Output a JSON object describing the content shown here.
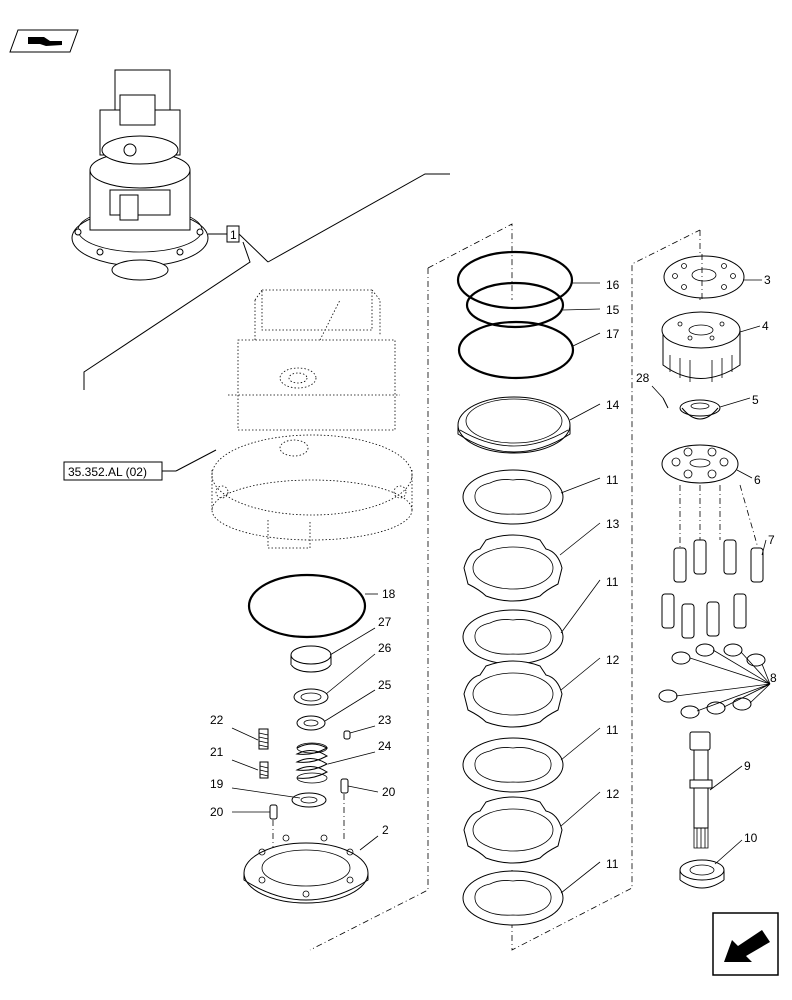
{
  "reference_label": "35.352.AL (02)",
  "assembly_callout": "1",
  "callouts": {
    "c2": "2",
    "c3": "3",
    "c4": "4",
    "c5": "5",
    "c6": "6",
    "c7": "7",
    "c8": "8",
    "c9": "9",
    "c10": "10",
    "c11a": "11",
    "c11b": "11",
    "c11c": "11",
    "c11d": "11",
    "c12a": "12",
    "c12b": "12",
    "c13": "13",
    "c14": "14",
    "c15": "15",
    "c16": "16",
    "c17": "17",
    "c18": "18",
    "c19": "19",
    "c20a": "20",
    "c20b": "20",
    "c21": "21",
    "c22": "22",
    "c23": "23",
    "c24": "24",
    "c25": "25",
    "c26": "26",
    "c27": "27",
    "c28": "28"
  },
  "icons": {
    "top_left": "book-hand-icon",
    "bottom_right": "next-page-arrow-icon"
  }
}
